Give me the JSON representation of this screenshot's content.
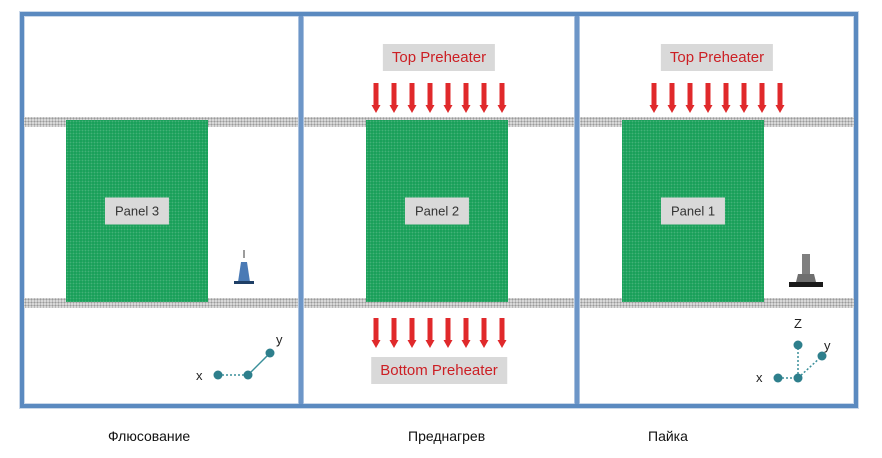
{
  "zones": [
    {
      "panel_label": "Panel 3",
      "caption": "Флюсование"
    },
    {
      "panel_label": "Panel 2",
      "caption": "Преднагрев",
      "top_heater": "Top Preheater",
      "bottom_heater": "Bottom Preheater"
    },
    {
      "panel_label": "Panel 1",
      "caption": "Пайка",
      "top_heater": "Top Preheater"
    }
  ],
  "axes": {
    "zone1": {
      "x": "x",
      "y": "y"
    },
    "zone3": {
      "x": "x",
      "y": "y",
      "z": "Z"
    }
  },
  "colors": {
    "frame": "#5b8ac0",
    "panel": "#1aa05a",
    "heater_text": "#cc1f24",
    "arrow": "#e0292b",
    "axis_node": "#2e7f8c"
  },
  "icons": {
    "heater_arrow": "down-arrow-icon",
    "flux_nozzle": "flux-nozzle-icon",
    "solder_nozzle": "solder-nozzle-icon"
  }
}
